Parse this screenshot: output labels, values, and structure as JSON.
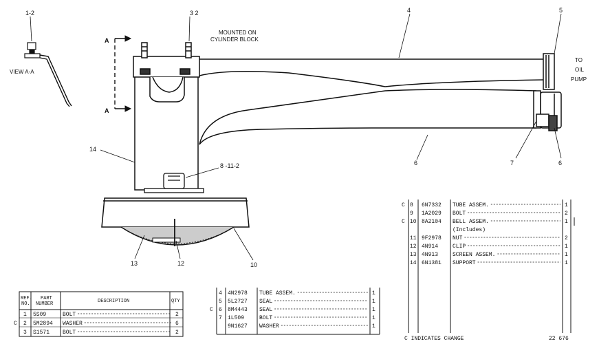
{
  "callouts": {
    "c_1_2": "1-2",
    "c_3_2": "3 2",
    "c_4": "4",
    "c_5": "5",
    "c_6a": "6",
    "c_6b": "6",
    "c_7": "7",
    "c_8_11_2": "8 -11-2",
    "c_10": "10",
    "c_12": "12",
    "c_13": "13",
    "c_14": "14"
  },
  "notes": {
    "view_aa": "VIEW A-A",
    "section_a_top": "A",
    "section_a_bottom": "A",
    "mounted_line1": "MOUNTED ON",
    "mounted_line2": "CYLINDER BLOCK",
    "to_oil_pump_1": "TO",
    "to_oil_pump_2": "OIL",
    "to_oil_pump_3": "PUMP"
  },
  "table1": {
    "headers": {
      "ref_no_1": "REF.",
      "ref_no_2": "NO.",
      "part_number_1": "PART",
      "part_number_2": "NUMBER",
      "description": "DESCRIPTION",
      "qty": "QTY"
    },
    "rows": [
      {
        "c": "",
        "ref": "1",
        "part": "5S09",
        "desc": "BOLT",
        "qty": "2"
      },
      {
        "c": "C",
        "ref": "2",
        "part": "5M2894",
        "desc": "WASHER",
        "qty": "6"
      },
      {
        "c": "",
        "ref": "3",
        "part": "S1571",
        "desc": "BOLT",
        "qty": "2"
      }
    ]
  },
  "table2": {
    "rows": [
      {
        "c": "",
        "ref": "4",
        "part": "4N2978",
        "desc": "TUBE ASSEM.",
        "qty": "1"
      },
      {
        "c": "",
        "ref": "5",
        "part": "5L2727",
        "desc": "SEAL",
        "qty": "1"
      },
      {
        "c": "C",
        "ref": "6",
        "part": "8M4443",
        "desc": "SEAL",
        "qty": "1"
      },
      {
        "c": "",
        "ref": "7",
        "part": "1L509",
        "desc": "BOLT",
        "qty": "1"
      },
      {
        "c": "",
        "ref": "",
        "part": "9N1627",
        "desc": "WASHER",
        "qty": "1"
      }
    ]
  },
  "table3": {
    "rows": [
      {
        "c": "C",
        "ref": "8",
        "part": "6N7332",
        "desc": "TUBE ASSEM.",
        "qty": "1"
      },
      {
        "c": "",
        "ref": "9",
        "part": "1A2029",
        "desc": "BOLT",
        "qty": "2"
      },
      {
        "c": "C",
        "ref": "10",
        "part": "8A2104",
        "desc": "BELL ASSEM.",
        "qty": "1"
      },
      {
        "c": "",
        "ref": "",
        "part": "",
        "desc": "(Includes)",
        "qty": ""
      },
      {
        "c": "",
        "ref": "11",
        "part": "9F2978",
        "desc": "NUT",
        "qty": "2"
      },
      {
        "c": "",
        "ref": "12",
        "part": "4N914",
        "desc": "CLIP",
        "qty": "1"
      },
      {
        "c": "",
        "ref": "13",
        "part": "4N913",
        "desc": "SCREEN ASSEM.",
        "qty": "1"
      },
      {
        "c": "",
        "ref": "14",
        "part": "6N1381",
        "desc": "SUPPORT",
        "qty": "1"
      }
    ],
    "footer_note": "C INDICATES CHANGE",
    "drawing_number": "22 676"
  }
}
